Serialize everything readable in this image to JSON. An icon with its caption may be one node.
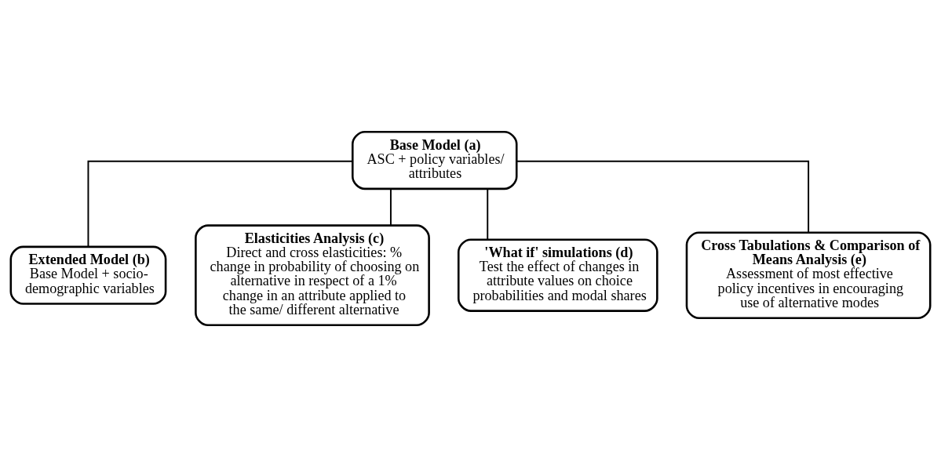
{
  "diagram": {
    "nodes": [
      {
        "text": [
          "Base Model (a)",
          "ASC + policy variables/ attributes"
        ]
      },
      {
        "text": [
          "Extended Model (b)",
          "Base Model + socio-demographic variables"
        ]
      },
      {
        "text": [
          "Elasticities Analysis (c)",
          "Direct and cross elasticities: % change in probability of choosing on alternative in respect of a 1% change in an attribute applied to the same/ different alternative"
        ]
      },
      {
        "text": [
          "'What if' simulations (d)",
          "Test the effect of changes in attribute values on choice probabilities and modal shares"
        ]
      },
      {
        "text": [
          "Cross Tabulations & Comparison of Means Analysis (e)",
          "Assessment of most effective policy incentives in encouraging use of alternative modes"
        ]
      }
    ],
    "edges": [
      {
        "from": 0,
        "to": 1,
        "arrow": "none"
      },
      {
        "from": 0,
        "to": 2,
        "arrow": "none"
      },
      {
        "from": 0,
        "to": 3,
        "arrow": "none"
      },
      {
        "from": 0,
        "to": 4,
        "arrow": "none"
      }
    ]
  }
}
